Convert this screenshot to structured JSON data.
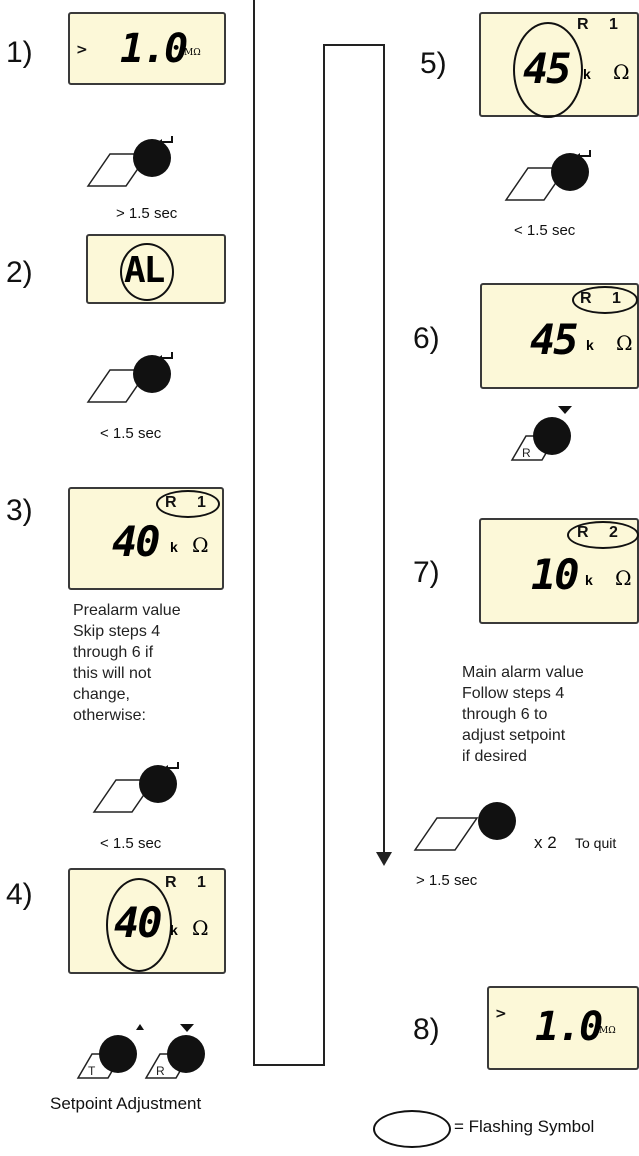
{
  "steps": {
    "s1": {
      "num": "1)",
      "value": "1.0",
      "unit": "MΩ",
      "caret": ">"
    },
    "s1_time": "> 1.5 sec",
    "s2": {
      "num": "2)",
      "value": "AL"
    },
    "s2_time": "< 1.5 sec",
    "s3": {
      "num": "3)",
      "value": "40",
      "unit_k": "k",
      "unit_ohm": "Ω",
      "relay": "R 1"
    },
    "s3_note": [
      "Prealarm value",
      "Skip steps 4",
      "through 6 if",
      "this will not",
      "change,",
      "otherwise:"
    ],
    "s3_time": "< 1.5 sec",
    "s4": {
      "num": "4)",
      "value": "40",
      "unit_k": "k",
      "unit_ohm": "Ω",
      "relay": "R 1"
    },
    "s4_btn_left": "T",
    "s4_btn_right": "R",
    "s4_caption": "Setpoint Adjustment",
    "s5": {
      "num": "5)",
      "value": "45",
      "unit_k": "k",
      "unit_ohm": "Ω",
      "relay": "R 1"
    },
    "s5_time": "< 1.5 sec",
    "s6": {
      "num": "6)",
      "value": "45",
      "unit_k": "k",
      "unit_ohm": "Ω",
      "relay": "R 1"
    },
    "s6_btn": "R",
    "s7": {
      "num": "7)",
      "value": "10",
      "unit_k": "k",
      "unit_ohm": "Ω",
      "relay": "R 2"
    },
    "s7_note": [
      "Main alarm value",
      "Follow steps 4",
      "through 6 to",
      "adjust setpoint",
      "if desired"
    ],
    "s7_multiplier": "x 2",
    "s7_quit": "To quit",
    "s7_time": "> 1.5 sec",
    "s8": {
      "num": "8)",
      "value": "1.0",
      "unit": "MΩ",
      "caret": ">"
    }
  },
  "legend": {
    "label": "= Flashing Symbol"
  }
}
